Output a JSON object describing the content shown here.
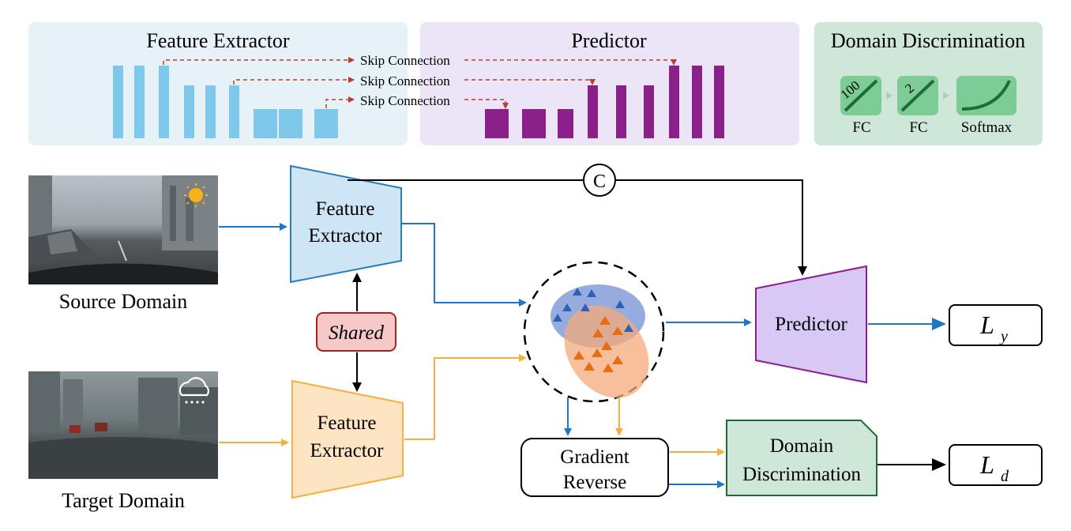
{
  "panels": {
    "feature_extractor_title": "Feature Extractor",
    "predictor_title": "Predictor",
    "domain_disc_title": "Domain Discrimination",
    "skip_connections": [
      "Skip Connection",
      "Skip Connection",
      "Skip Connection"
    ],
    "fc1_value": "100",
    "fc2_value": "2",
    "fc1_label": "FC",
    "fc2_label": "FC",
    "softmax_label": "Softmax"
  },
  "main": {
    "source_domain_label": "Source Domain",
    "target_domain_label": "Target Domain",
    "feature_extractor_line1": "Feature",
    "feature_extractor_line2": "Extractor",
    "shared_label": "Shared",
    "concat_label": "C",
    "predictor_label": "Predictor",
    "gradient_reverse_line1": "Gradient",
    "gradient_reverse_line2": "Reverse",
    "domain_disc_line1": "Domain",
    "domain_disc_line2": "Discrimination",
    "loss_y_main": "L",
    "loss_y_sub": "y",
    "loss_d_main": "L",
    "loss_d_sub": "d"
  },
  "colors": {
    "source_blue": "#1f77c4",
    "target_orange": "#f5b041",
    "extractor_bar": "#7ec8ec",
    "predictor_bar": "#8b208b",
    "skip_red": "#c0392b",
    "fe_panel_bg": "#e6f2f8",
    "pred_panel_bg": "#ece4f7",
    "dd_panel_bg": "#cfe7d8"
  }
}
